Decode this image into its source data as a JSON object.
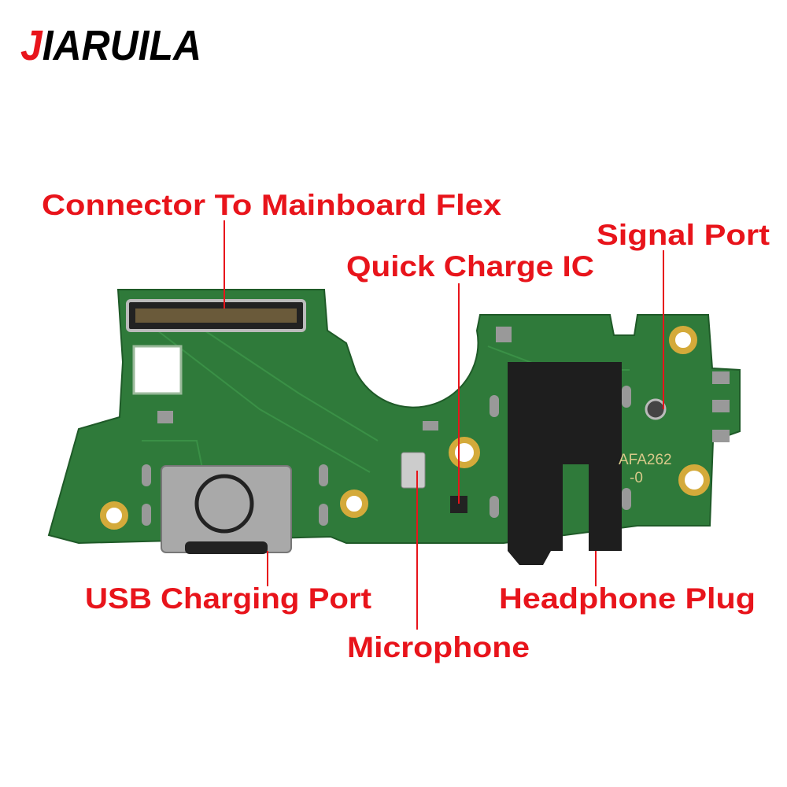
{
  "brand": {
    "logo_first": "J",
    "logo_rest": "IARUILA",
    "accent": "#e8141b"
  },
  "board": {
    "silkscreen_line1": "AFA262",
    "silkscreen_line2": "-0",
    "pcb_color": "#2f7a3a"
  },
  "labels": {
    "connector": "Connector To Mainboard Flex",
    "quick_charge": "Quick Charge IC",
    "signal_port": "Signal Port",
    "usb_port": "USB Charging Port",
    "microphone": "Microphone",
    "headphone": "Headphone Plug"
  }
}
